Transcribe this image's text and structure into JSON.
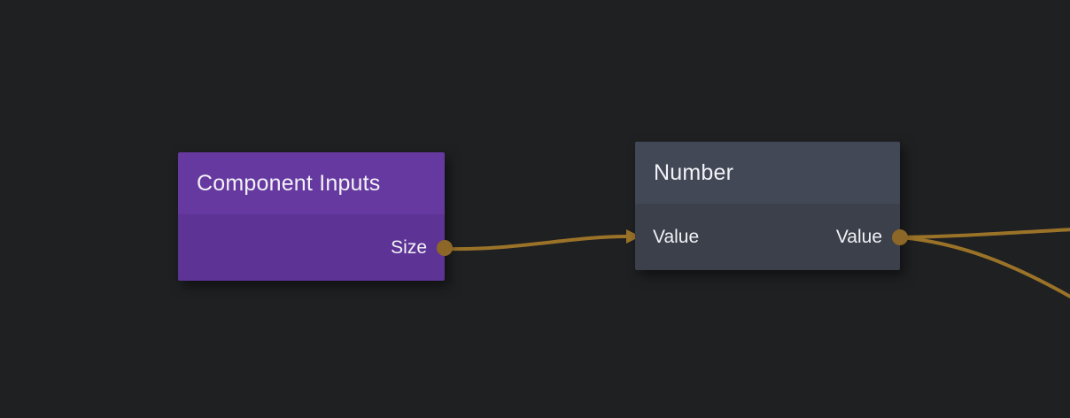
{
  "editor": {
    "background_color": "#1F2022",
    "wire_color": "#9B7328",
    "port_color": "#8C6727",
    "text_color": "#F2F2F6"
  },
  "nodes": [
    {
      "title": "Component Inputs",
      "header_color": "#6639A1",
      "body_color": "#5D3495",
      "inputs": [],
      "outputs": [
        {
          "label": "Size"
        }
      ]
    },
    {
      "title": "Number",
      "header_color": "#424855",
      "body_color": "#3B404B",
      "inputs": [
        {
          "label": "Value"
        }
      ],
      "outputs": [
        {
          "label": "Value"
        }
      ]
    }
  ],
  "connections": [
    {
      "from": "Component Inputs / Size",
      "to": "Number / Value"
    },
    {
      "from": "Number / Value",
      "to": "offscreen-right-upper"
    },
    {
      "from": "Number / Value",
      "to": "offscreen-right-lower"
    }
  ]
}
